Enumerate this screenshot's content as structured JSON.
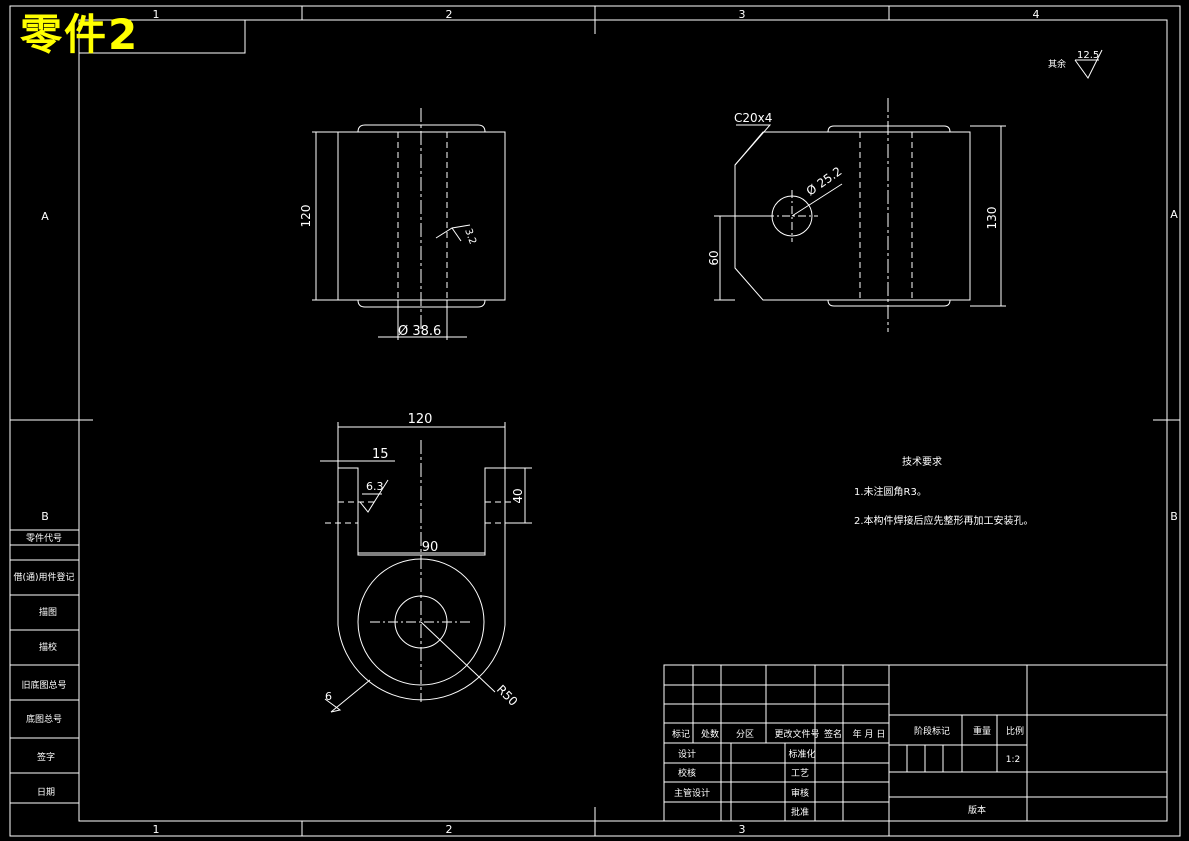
{
  "drawing_title": "零件2",
  "grid": {
    "columns": [
      "1",
      "2",
      "3",
      "4"
    ],
    "rows": [
      "A",
      "B"
    ]
  },
  "roughness": {
    "other_label": "其余",
    "value": "12.5"
  },
  "views": {
    "front": {
      "height_dim": "120",
      "bore_dim": "Ø 38.6",
      "roughness": "3.2"
    },
    "side": {
      "chamfer": "C20x4",
      "hole_dim": "Ø 25.2",
      "height_dim": "130",
      "hole_offset_dim": "60"
    },
    "top": {
      "width_dim": "120",
      "wall_dim": "15",
      "depth_dim": "40",
      "roughness": "6.3",
      "inner_dim": "90",
      "radius_dim": "R50",
      "weld_dim": "6"
    }
  },
  "technical_requirements": {
    "title": "技术要求",
    "items": [
      "1.未注圆角R3。",
      "2.本构件焊接后应先整形再加工安装孔。"
    ]
  },
  "side_table": [
    "零件代号",
    "借(通)用件登记",
    "描图",
    "描校",
    "旧底图总号",
    "底图总号",
    "签字",
    "日期"
  ],
  "title_block": {
    "header_row": [
      "标记",
      "处数",
      "分区",
      "更改文件号",
      "签名",
      "年 月 日"
    ],
    "design": "设计",
    "standard": "标准化",
    "check": "校核",
    "process": "工艺",
    "chief": "主管设计",
    "review": "审核",
    "approve": "批准",
    "stage": "阶段标记",
    "weight": "重量",
    "scale_label": "比例",
    "scale": "1:2",
    "version": "版本"
  },
  "colors": {
    "line": "#ffffff",
    "title": "#ffff00",
    "background": "#000000"
  }
}
